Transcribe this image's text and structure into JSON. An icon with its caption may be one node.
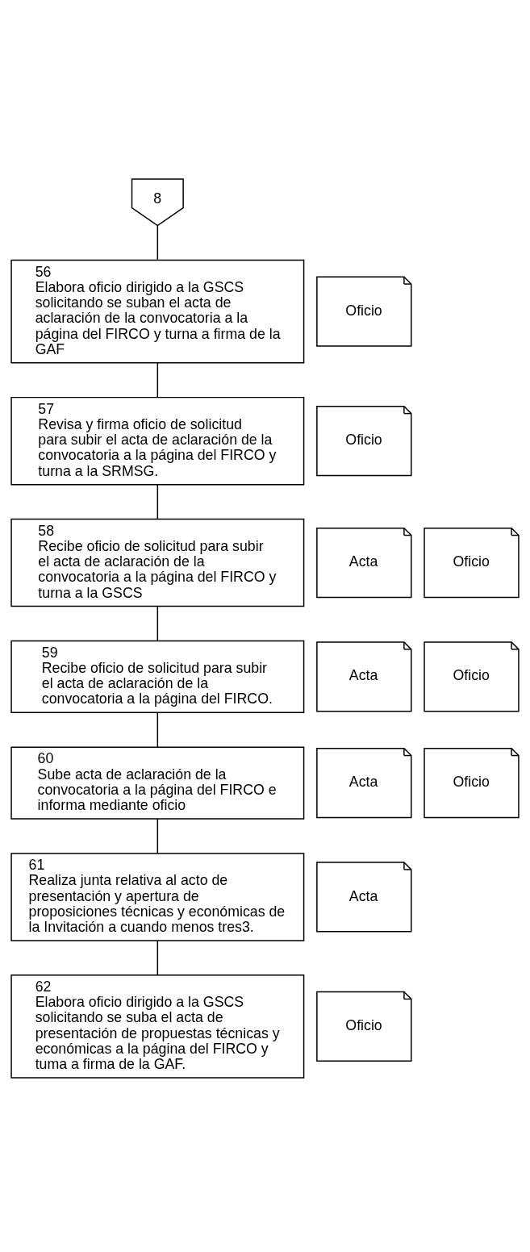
{
  "diagram": {
    "nodes": [
      {
        "text": [
          "8"
        ]
      },
      {
        "text": [
          "56",
          "Elabora oficio dirigido a la GSCS solicitando se suban el acta de aclaración de la convocatoria a la página del FIRCO y turna a firma de la GAF"
        ]
      },
      {
        "text": [
          "Oficio"
        ]
      },
      {
        "text": [
          "57",
          "Revisa y firma oficio de solicitud para subir el acta de aclaración de la convocatoria a la página del FIRCO y turna a la SRMSG."
        ]
      },
      {
        "text": [
          "Oficio"
        ]
      },
      {
        "text": [
          "58",
          "Recibe oficio de solicitud para subir el acta de aclaración de la convocatoria a la página del FIRCO y turna a la GSCS"
        ]
      },
      {
        "text": [
          "Acta"
        ]
      },
      {
        "text": [
          "Oficio"
        ]
      },
      {
        "text": [
          "59",
          "Recibe oficio de solicitud para subir el acta de aclaración de la convocatoria a la página del FIRCO."
        ]
      },
      {
        "text": [
          "Acta"
        ]
      },
      {
        "text": [
          "Oficio"
        ]
      },
      {
        "text": [
          "60",
          "Sube acta de aclaración de la convocatoria a la página del FIRCO e informa mediante oficio"
        ]
      },
      {
        "text": [
          "Acta"
        ]
      },
      {
        "text": [
          "Oficio"
        ]
      },
      {
        "text": [
          "61",
          "Realiza junta relativa al acto de presentación y apertura de proposiciones técnicas y económicas de la Invitación a cuando menos tres3."
        ]
      },
      {
        "text": [
          "Acta"
        ]
      },
      {
        "text": [
          "62",
          "Elabora oficio dirigido a la GSCS solicitando se suba el acta de presentación de propuestas técnicas y económicas a la página del FIRCO y tuma a firma de la GAF."
        ]
      },
      {
        "text": [
          "Oficio"
        ]
      }
    ],
    "edges": [
      {
        "from": 0,
        "to": 1,
        "arrow": "none"
      },
      {
        "from": 1,
        "to": 3,
        "arrow": "none"
      },
      {
        "from": 3,
        "to": 5,
        "arrow": "none"
      },
      {
        "from": 5,
        "to": 8,
        "arrow": "none"
      },
      {
        "from": 8,
        "to": 11,
        "arrow": "none"
      },
      {
        "from": 11,
        "to": 14,
        "arrow": "none"
      },
      {
        "from": 14,
        "to": 16,
        "arrow": "none"
      }
    ]
  }
}
